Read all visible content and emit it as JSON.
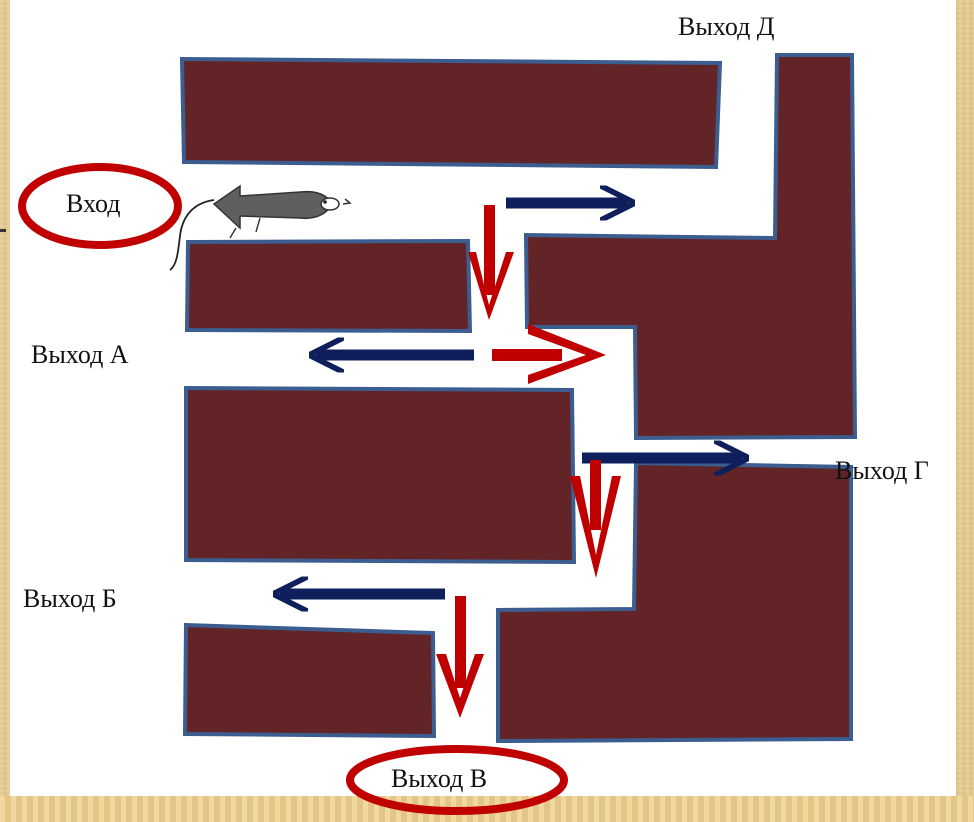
{
  "labels": {
    "entrance": "Вход",
    "exit_a": "Выход А",
    "exit_b": "Выход Б",
    "exit_v": "Выход В",
    "exit_g": "Выход Г",
    "exit_d": "Выход Д"
  },
  "colors": {
    "wall_fill": "#632427",
    "wall_stroke": "#3b5d8f",
    "arrow_blue": "#0f1f5c",
    "arrow_red": "#c00000",
    "highlight_ring": "#c00000",
    "mouse": "#5f5f5f"
  }
}
